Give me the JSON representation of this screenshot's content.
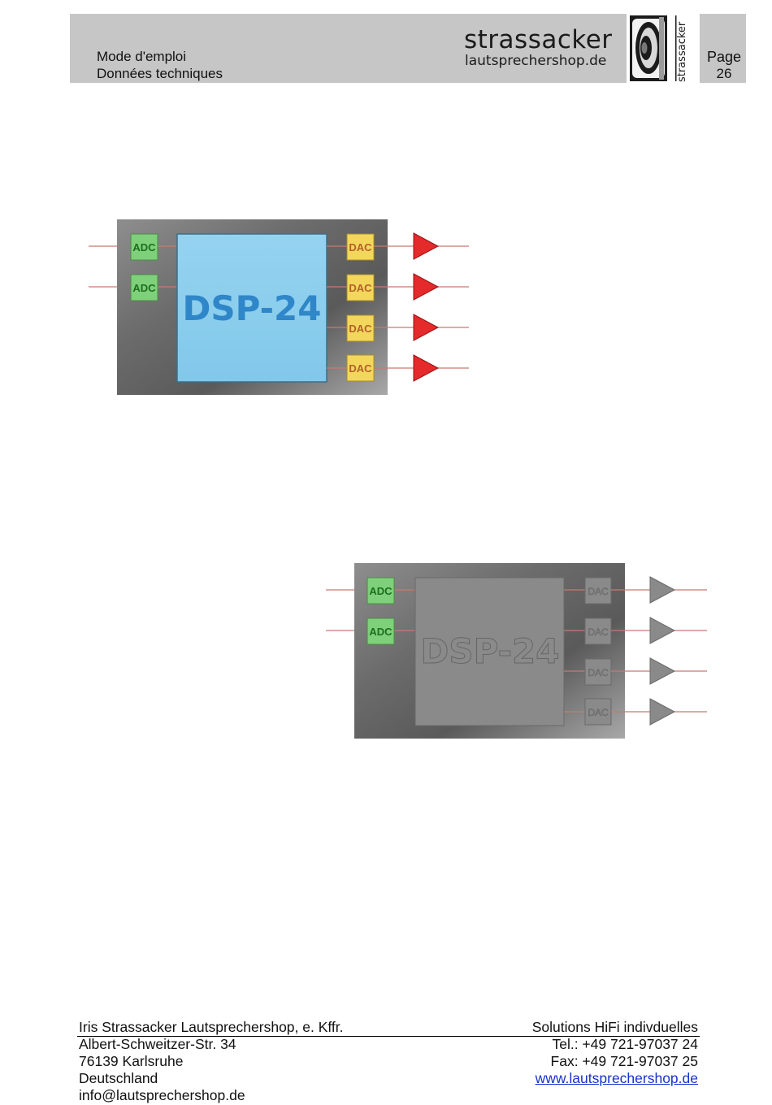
{
  "header": {
    "line1": "Mode d'emploi",
    "line2": "Données techniques",
    "brand_name": "strassacker",
    "brand_url": "lautsprechershop.de",
    "brand_vertical": "strassacker",
    "page_label": "Page",
    "page_number": "26"
  },
  "diagram_active": {
    "dsp_label": "DSP-24",
    "adc_labels": [
      "ADC",
      "ADC"
    ],
    "dac_labels": [
      "DAC",
      "DAC",
      "DAC",
      "DAC"
    ]
  },
  "diagram_inactive": {
    "dsp_label": "DSP-24",
    "adc_labels": [
      "ADC",
      "ADC"
    ],
    "dac_labels": [
      "DAC",
      "DAC",
      "DAC",
      "DAC"
    ]
  },
  "colors": {
    "adc": "#7ed07a",
    "dac": "#f2d75c",
    "dsp": "#8fd0ee",
    "amp": "#e42a2a",
    "amp_inactive": "#8a8a8a",
    "wire": "#c87a70"
  },
  "footer": {
    "company": "Iris Strassacker Lautsprechershop, e. Kffr.",
    "tagline": "Solutions HiFi indivduelles",
    "street": "Albert-Schweitzer-Str. 34",
    "tel": "Tel.: +49 721-97037 24",
    "city": "76139 Karlsruhe",
    "fax": "Fax: +49 721-97037 25",
    "country": "Deutschland",
    "website": "www.lautsprechershop.de",
    "email": "info@lautsprechershop.de"
  }
}
